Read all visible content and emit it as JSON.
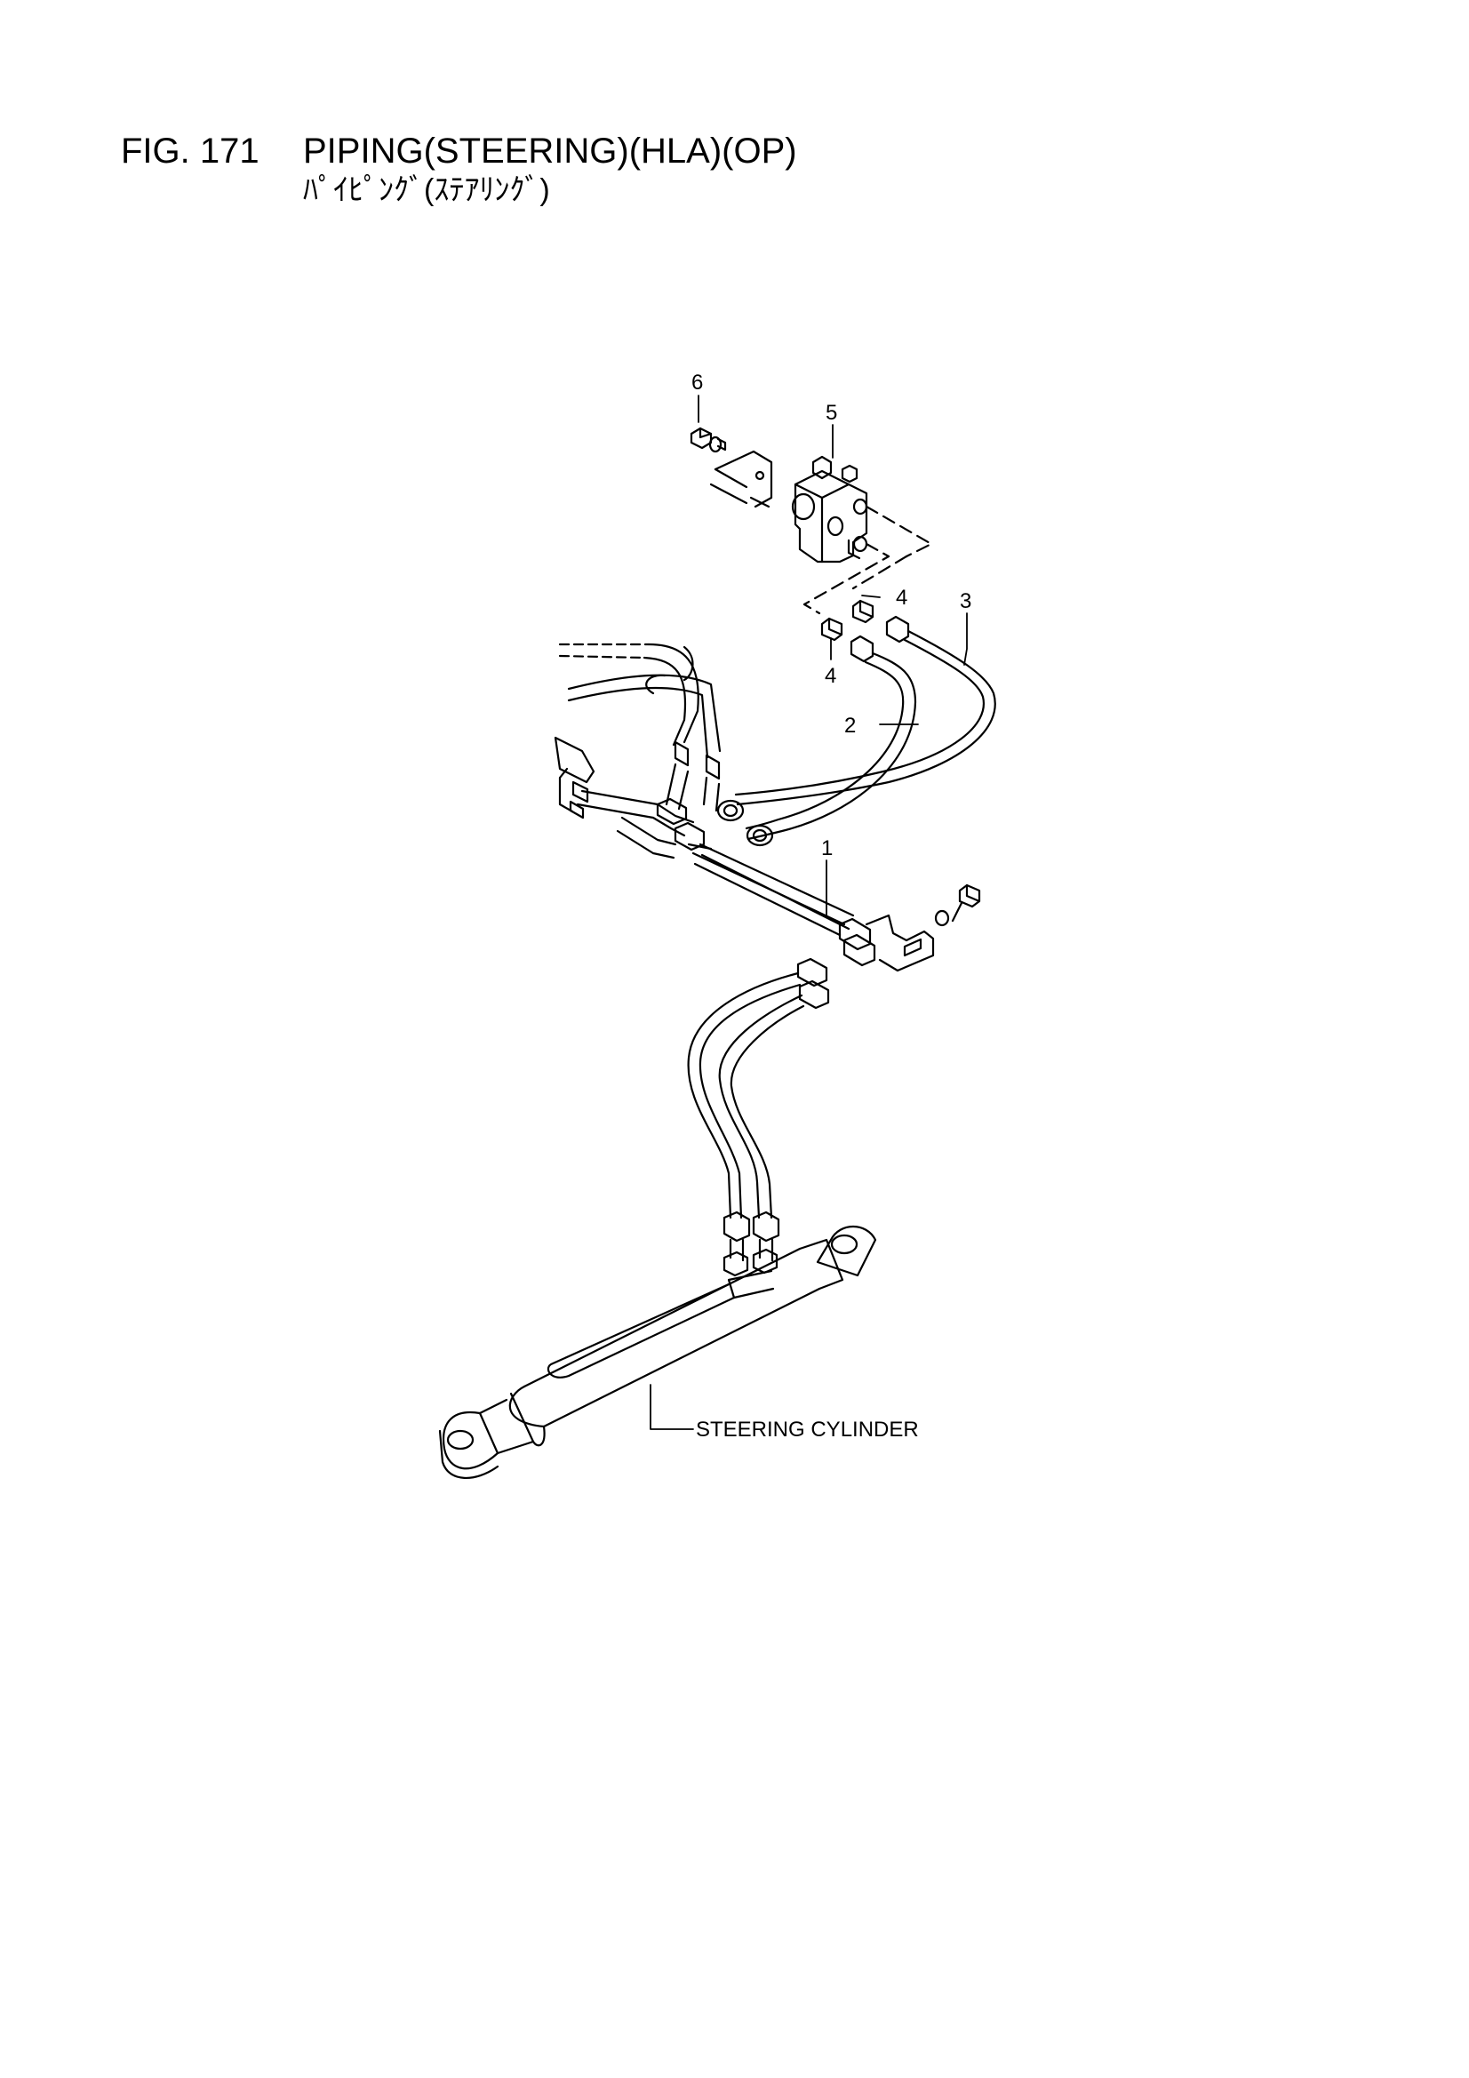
{
  "header": {
    "figure_number": "FIG. 171",
    "title": "PIPING(STEERING)(HLA)(OP)",
    "subtitle": "ﾊﾟｲﾋﾟﾝｸﾞ(ｽﾃｱﾘﾝｸﾞ)"
  },
  "callouts": [
    {
      "number": "1",
      "part": "pipe-assembly"
    },
    {
      "number": "2",
      "part": "hose"
    },
    {
      "number": "3",
      "part": "hose"
    },
    {
      "number": "4",
      "part": "adapter"
    },
    {
      "number": "4",
      "part": "adapter"
    },
    {
      "number": "5",
      "part": "valve-block"
    },
    {
      "number": "6",
      "part": "bolt"
    }
  ],
  "labels": {
    "steering_cylinder": "STEERING CYLINDER"
  }
}
